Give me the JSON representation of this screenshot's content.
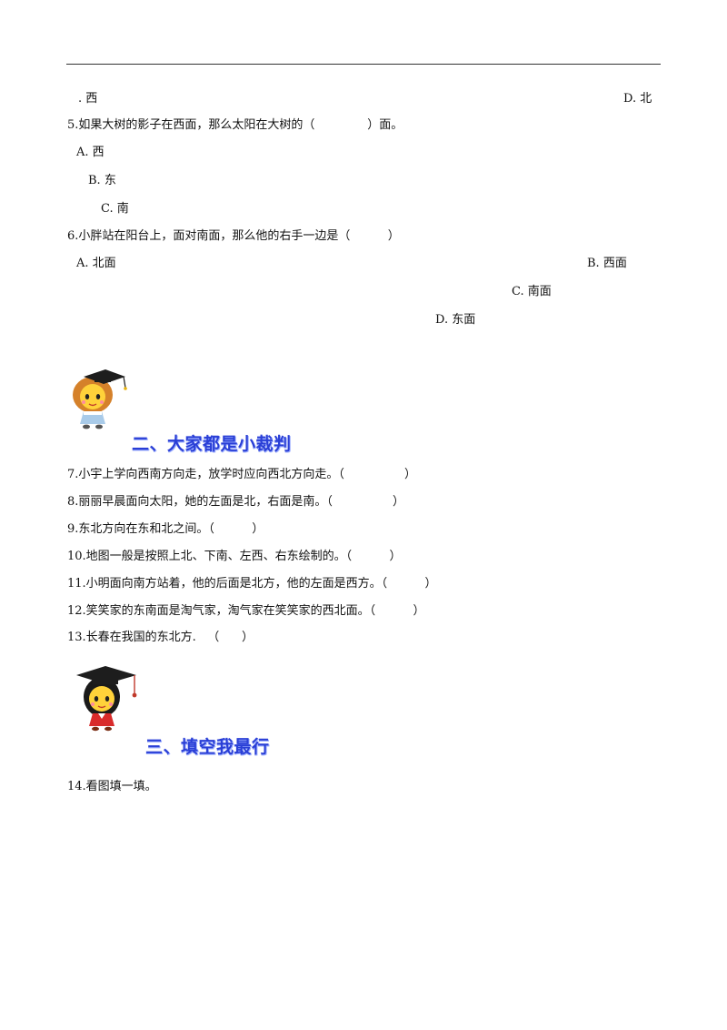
{
  "q4_tail": {
    "option_a": ". 西",
    "option_d": "D. 北"
  },
  "q5": {
    "stem": "5.如果大树的影子在西面，那么太阳在大树的（              ）面。",
    "option_a": "A. 西",
    "option_b": "B. 东",
    "option_c": "C. 南"
  },
  "q6": {
    "stem": "6.小胖站在阳台上，面对南面，那么他的右手一边是（          ）",
    "option_a": "A. 北面",
    "option_b": "B. 西面",
    "option_c": "C. 南面",
    "option_d": "D. 东面"
  },
  "section2": {
    "title": "二、大家都是小裁判",
    "items": [
      "7.小宇上学向西南方向走，放学时应向西北方向走。（                ）",
      "8.丽丽早晨面向太阳，她的左面是北，右面是南。（                ）",
      "9.东北方向在东和北之间。（          ）",
      "10.地图一般是按照上北、下南、左西、右东绘制的。（          ）",
      "11.小明面向南方站着，他的后面是北方，他的左面是西方。（          ）",
      "12.笑笑家的东南面是淘气家，淘气家在笑笑家的西北面。（          ）",
      "13.长春在我国的东北方.   （      ）"
    ]
  },
  "section3": {
    "title": "三、填空我最行",
    "items": [
      "14.看图填一填。"
    ]
  }
}
